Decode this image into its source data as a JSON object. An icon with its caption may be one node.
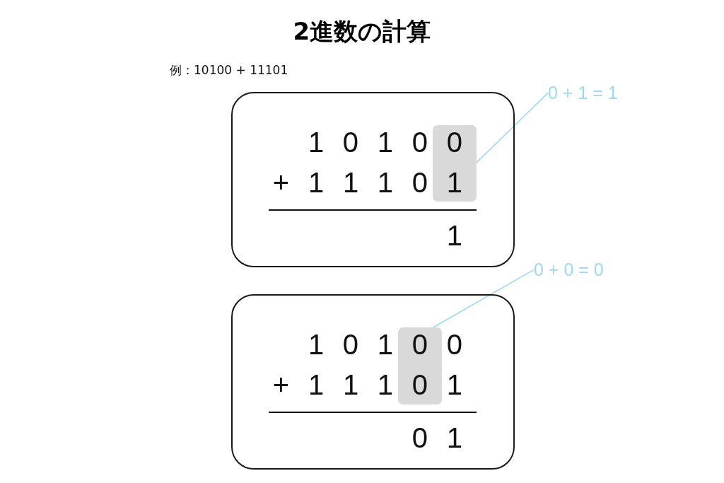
{
  "diagram": {
    "title": "2進数の計算",
    "nodes": [
      {
        "text": [
          "1 0 1 0 0",
          "+ 1 1 1 0 1",
          "1"
        ]
      },
      {
        "text": [],
        "shape": "box",
        "in": 0
      },
      {
        "text": [
          "0 + 1 = 1"
        ]
      },
      {
        "text": [
          "0 + 0 = 0"
        ]
      },
      {
        "text": [
          "1 0 1 0 0",
          "+ 1 1 1 0 1",
          "0 1"
        ]
      },
      {
        "text": [],
        "shape": "box",
        "in": 4
      }
    ],
    "edges": [
      {
        "from": 2,
        "to": 1,
        "arrow": "none"
      },
      {
        "from": 3,
        "to": 5,
        "arrow": "none"
      }
    ],
    "labels": [
      "例：10100 + 11101"
    ]
  }
}
